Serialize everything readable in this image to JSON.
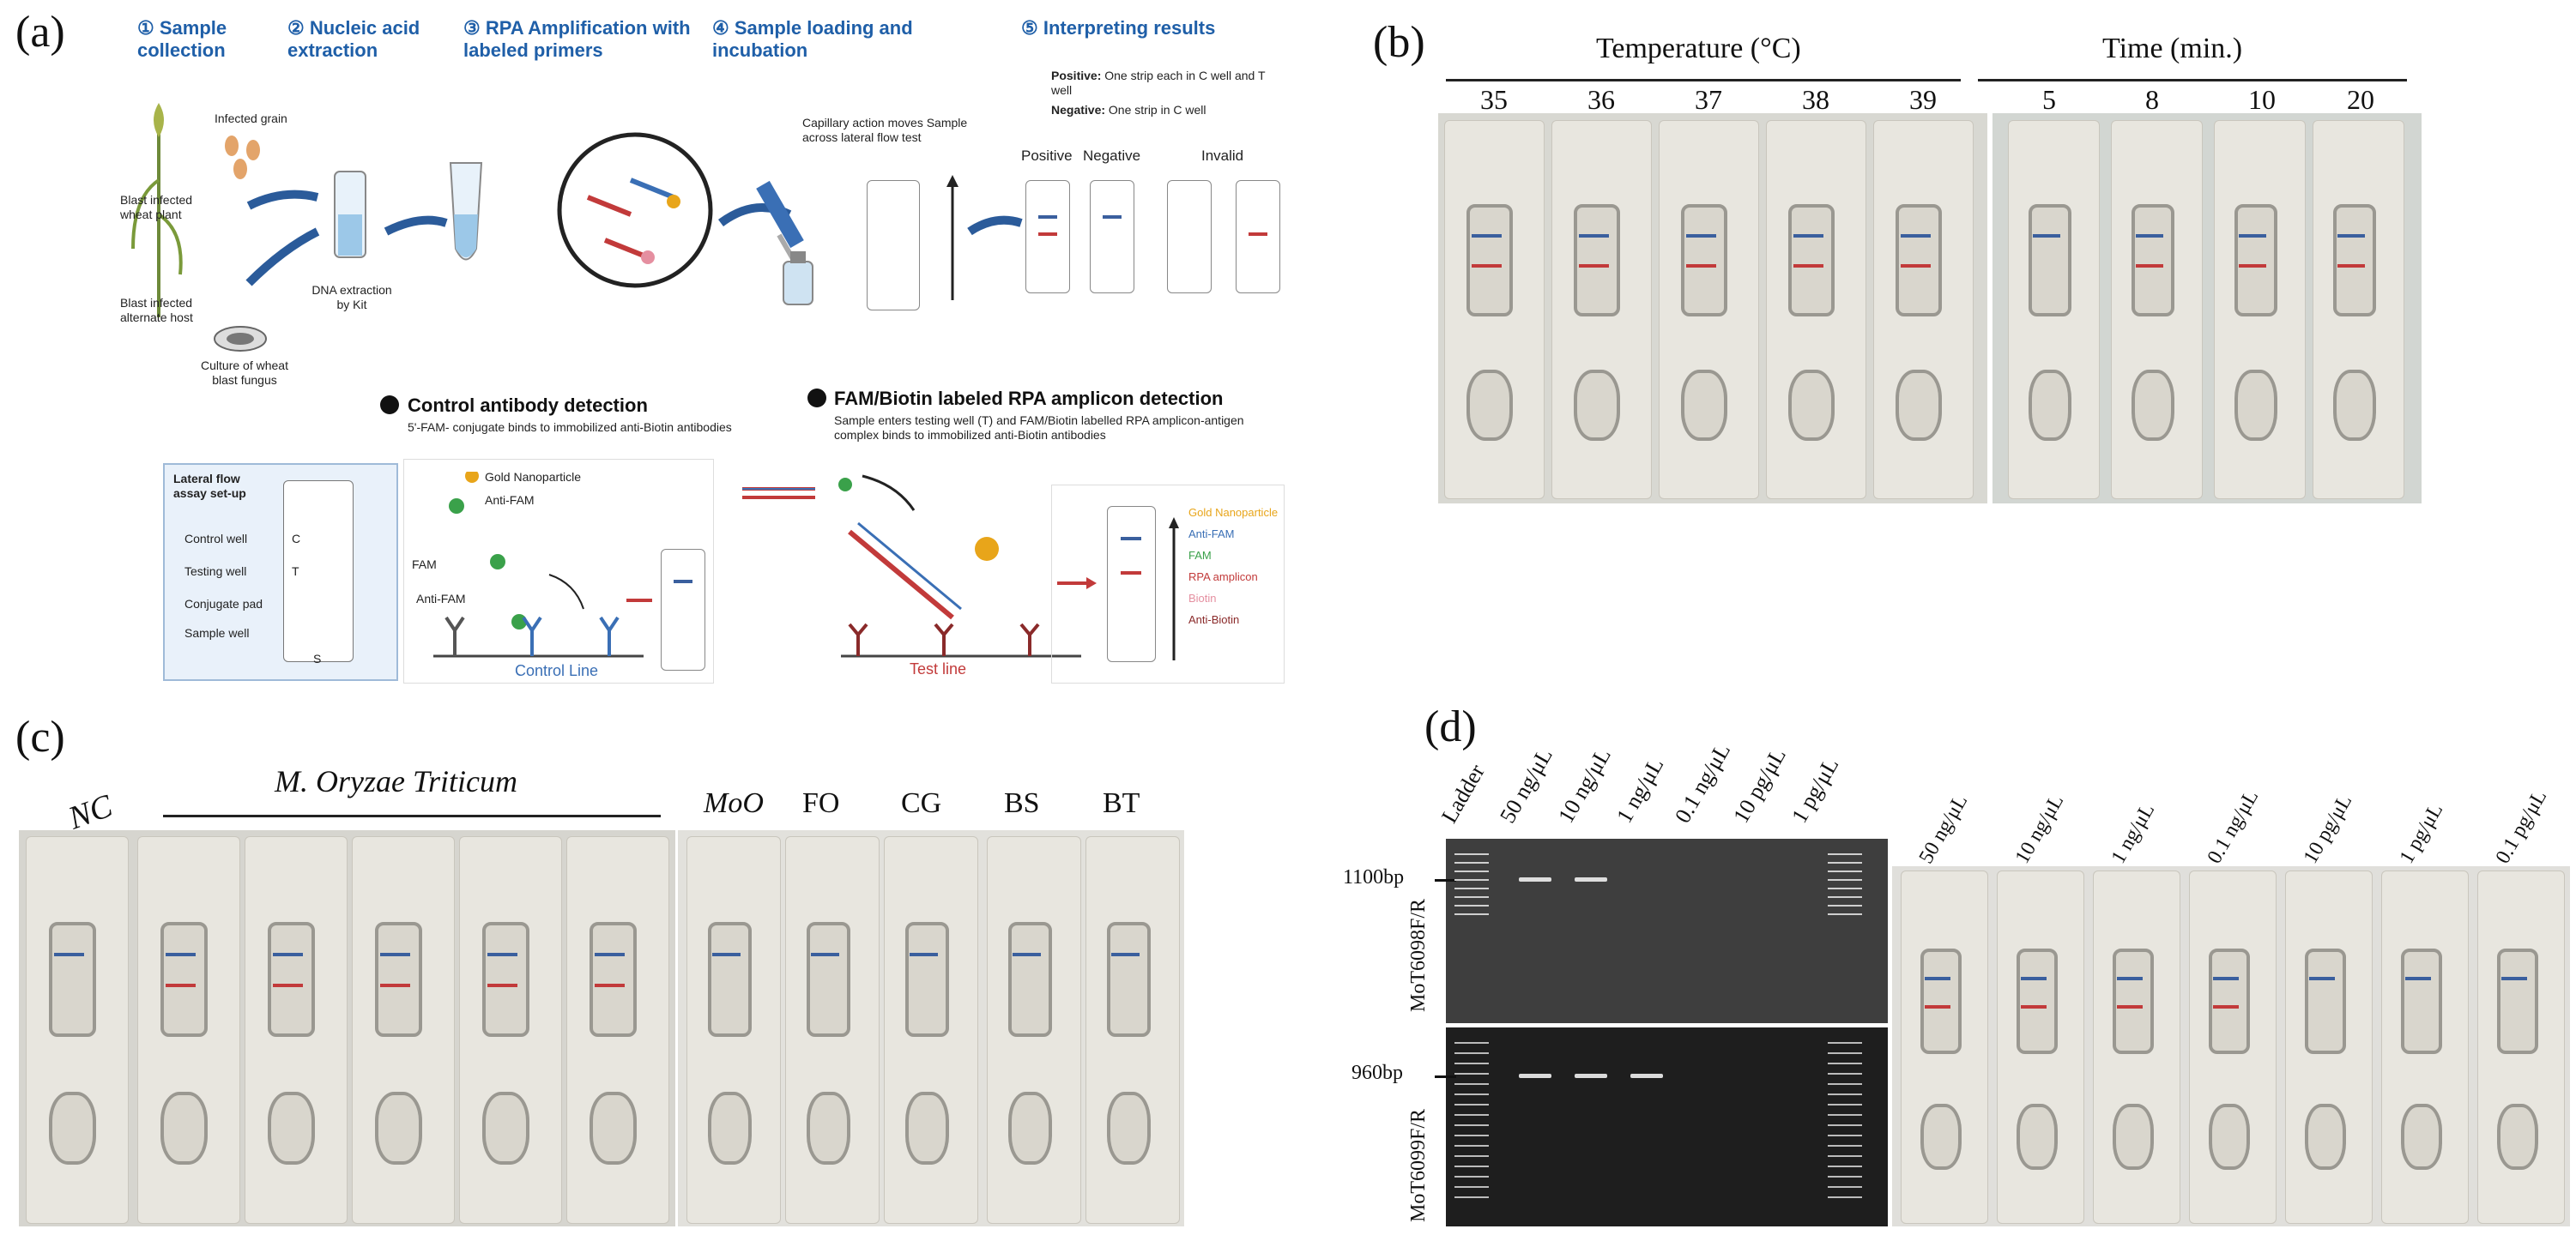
{
  "panels": {
    "a": {
      "letter": "(a)",
      "steps": [
        {
          "num": "①",
          "label": "Sample collection"
        },
        {
          "num": "②",
          "label": "Nucleic acid extraction"
        },
        {
          "num": "③",
          "label": "RPA Amplification with labeled primers"
        },
        {
          "num": "④",
          "label": "Sample loading and incubation"
        },
        {
          "num": "⑤",
          "label": "Interpreting results"
        }
      ],
      "labels": {
        "infected_grain": "Infected grain",
        "wheat_plant": "Blast infected wheat plant",
        "alternate_host": "Blast infected alternate host",
        "culture": "Culture of wheat blast fungus",
        "dna_extraction": "DNA extraction by Kit",
        "capillary": "Capillary action moves Sample across lateral flow test",
        "positive_rule_bold": "Positive:",
        "positive_rule": "One strip each in C well and T well",
        "negative_rule_bold": "Negative:",
        "negative_rule": "One strip in C well",
        "result_positive": "Positive",
        "result_negative": "Negative",
        "result_invalid": "Invalid"
      },
      "control": {
        "title": "Control antibody detection",
        "desc": "5'-FAM- conjugate binds to immobilized anti-Biotin antibodies",
        "gold": "Gold Nanoparticle",
        "antifam": "Anti-FAM",
        "fam": "FAM",
        "antifam2": "Anti-FAM",
        "line": "Control Line"
      },
      "setup": {
        "title": "Lateral flow assay set-up",
        "control_well": "Control well",
        "testing_well": "Testing well",
        "conjugate_pad": "Conjugate pad",
        "sample_well": "Sample well",
        "c": "C",
        "t": "T",
        "s": "S"
      },
      "famdet": {
        "title": "FAM/Biotin labeled RPA amplicon detection",
        "desc": "Sample enters testing well (T) and FAM/Biotin labelled RPA amplicon-antigen complex binds to immobilized anti-Biotin antibodies",
        "test_line": "Test line",
        "legend": [
          {
            "label": "Gold Nanoparticle",
            "color": "#e8a51a"
          },
          {
            "label": "Anti-FAM",
            "color": "#3a6fb5"
          },
          {
            "label": "FAM",
            "color": "#3aa14a"
          },
          {
            "label": "RPA amplicon",
            "color": "#c23a3a"
          },
          {
            "label": "Biotin",
            "color": "#e58fa0"
          },
          {
            "label": "Anti-Biotin",
            "color": "#8a2a2a"
          }
        ]
      }
    },
    "b": {
      "letter": "(b)",
      "temp_title": "Temperature (°C)",
      "time_title": "Time (min.)",
      "temps": [
        "35",
        "36",
        "37",
        "38",
        "39"
      ],
      "times": [
        "5",
        "8",
        "10",
        "20"
      ]
    },
    "c": {
      "letter": "(c)",
      "nc": "NC",
      "group": "M. Oryzae Triticum",
      "others": [
        "MoO",
        "FO",
        "CG",
        "BS",
        "BT"
      ]
    },
    "d": {
      "letter": "(d)",
      "gel_lanes": [
        "Ladder",
        "50 ng/μL",
        "10 ng/μL",
        "1 ng/μL",
        "0.1 ng/μL",
        "10 pg/μL",
        "1 pg/μL"
      ],
      "primer1": "MoT6098F/R",
      "primer2": "MoT6099F/R",
      "bp1": "1100bp",
      "bp2": "960bp",
      "strip_lanes": [
        "50 ng/μL",
        "10 ng/μL",
        "1 ng/μL",
        "0.1 ng/μL",
        "10 pg/μL",
        "1 pg/μL",
        "0.1 pg/μL"
      ]
    }
  }
}
